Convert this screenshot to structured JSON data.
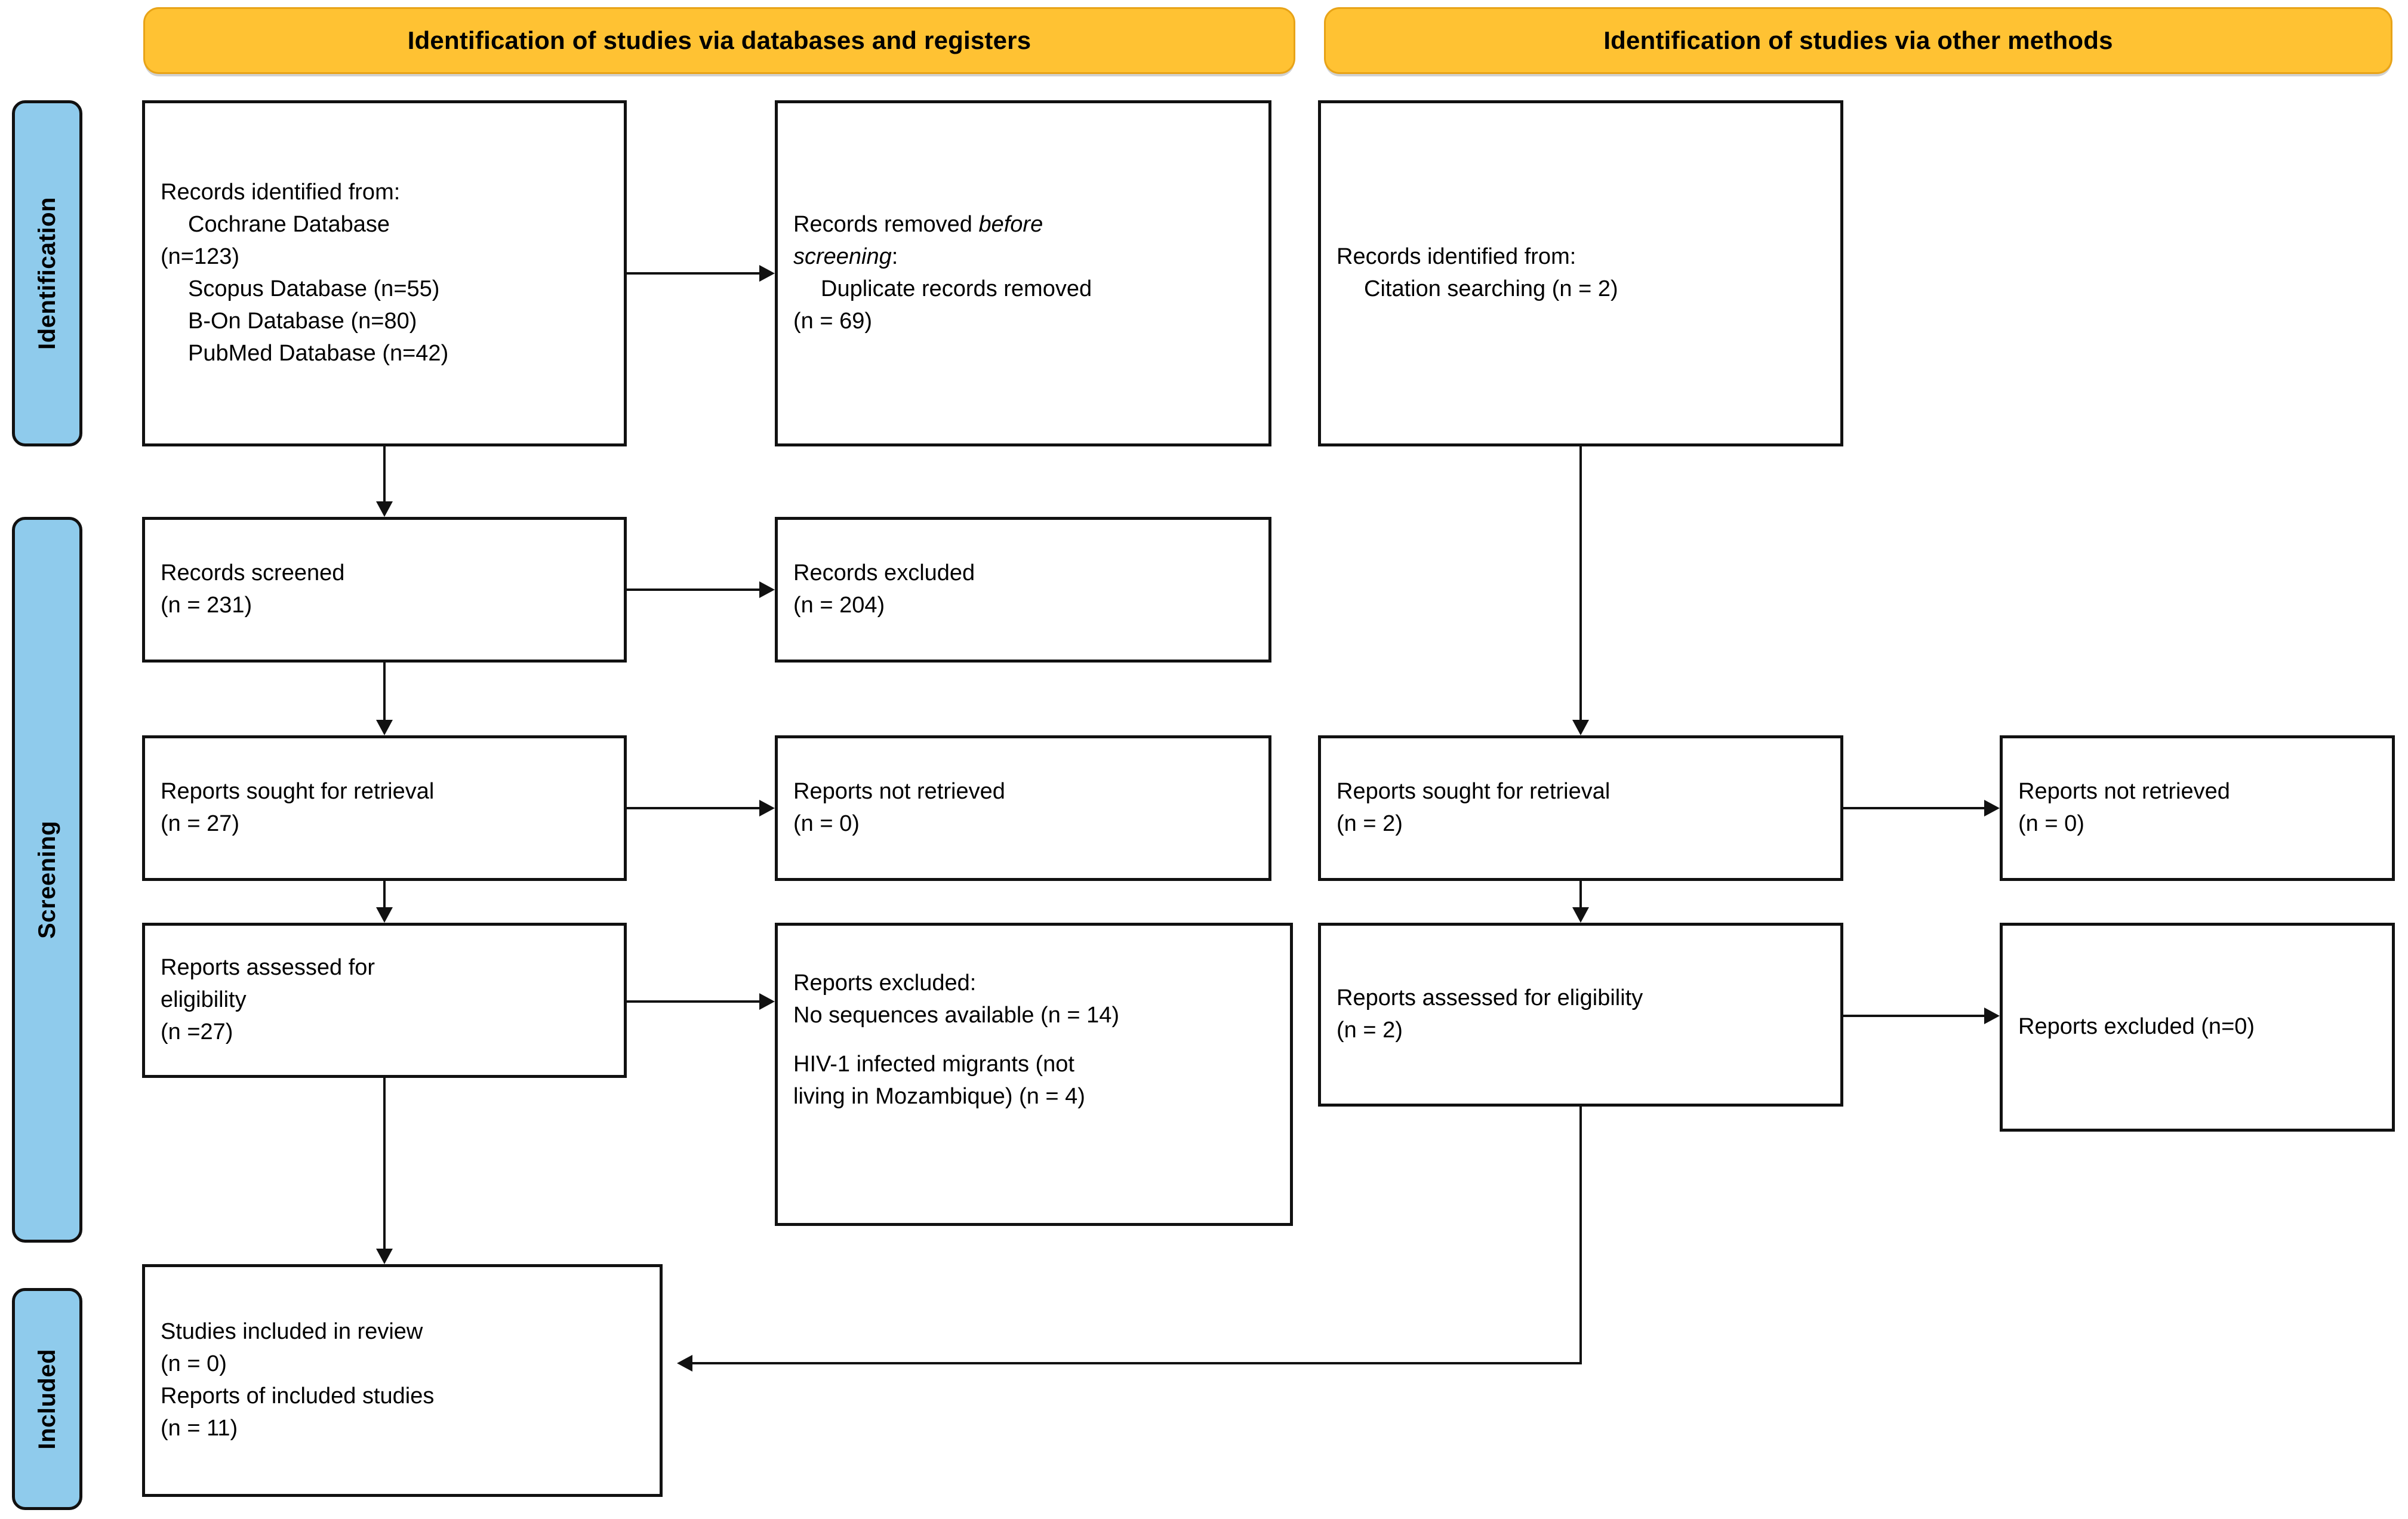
{
  "diagram": {
    "title": "PRISMA 2020 flow diagram",
    "colors": {
      "header_fill": "#FFC233",
      "header_border": "#E8A317",
      "stage_fill": "#8FCBEC",
      "box_border": "#111111",
      "connector": "#111111"
    }
  },
  "headers": {
    "left": "Identification of studies via databases and registers",
    "right": "Identification of studies via other methods"
  },
  "stages": {
    "identification": "Identification",
    "screening": "Screening",
    "included": "Included"
  },
  "left_column": {
    "records_identified": {
      "line1": "Records identified from:",
      "line2": "Cochrane Database",
      "line3": "(n=123)",
      "line4": "Scopus Database (n=55)",
      "line5": "B-On Database (n=80)",
      "line6": "PubMed Database (n=42)"
    },
    "records_removed": {
      "line1_a": "Records removed ",
      "line1_b": "before",
      "line2_a": "screening",
      "line2_b": ":",
      "line3": "Duplicate records removed",
      "line4": "(n = 69)"
    },
    "records_screened": {
      "line1": "Records screened",
      "line2": "(n = 231)"
    },
    "records_excluded": {
      "line1": "Records excluded",
      "line2": "(n = 204)"
    },
    "reports_sought": {
      "line1": "Reports sought for retrieval",
      "line2": "(n = 27)"
    },
    "reports_not_retrieved": {
      "line1": "Reports not retrieved",
      "line2": "(n = 0)"
    },
    "reports_assessed": {
      "line1": "Reports assessed for",
      "line2": "eligibility",
      "line3": "(n =27)"
    },
    "reports_excluded": {
      "line1": "Reports excluded:",
      "line2": "No sequences available (n = 14)",
      "line3": "HIV-1 infected migrants (not",
      "line4": "living in Mozambique) (n = 4)"
    },
    "studies_included": {
      "line1": "Studies included in review",
      "line2": "(n = 0)",
      "line3": "Reports of included studies",
      "line4": "(n = 11)"
    }
  },
  "right_column": {
    "records_identified": {
      "line1": "Records identified from:",
      "line2": "Citation searching (n = 2)"
    },
    "reports_sought": {
      "line1": "Reports sought for retrieval",
      "line2": "(n = 2)"
    },
    "reports_not_retrieved": {
      "line1": "Reports not retrieved",
      "line2": "(n = 0)"
    },
    "reports_assessed": {
      "line1": "Reports assessed for eligibility",
      "line2": "(n = 2)"
    },
    "reports_excluded": {
      "line1": "Reports excluded (n=0)"
    }
  }
}
